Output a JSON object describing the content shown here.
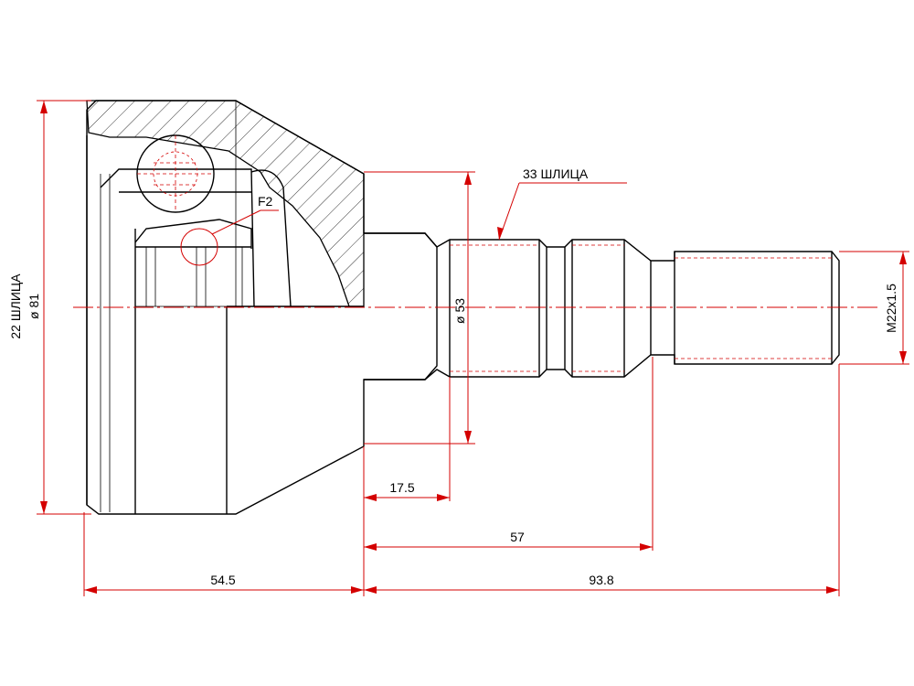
{
  "colors": {
    "outline": "#000000",
    "dimension": "#d40000",
    "background": "#ffffff"
  },
  "labels": {
    "outer_spline": "22 ШЛИЦА",
    "outer_diameter": "ø 81",
    "shaft_spline": "33 ШЛИЦА",
    "shaft_diameter": "ø 53",
    "thread": "M22x1.5",
    "detail": "F2"
  },
  "dimensions": {
    "spline_start": "17.5",
    "thread_start": "57",
    "housing_length": "54.5",
    "shaft_length": "93.8"
  }
}
